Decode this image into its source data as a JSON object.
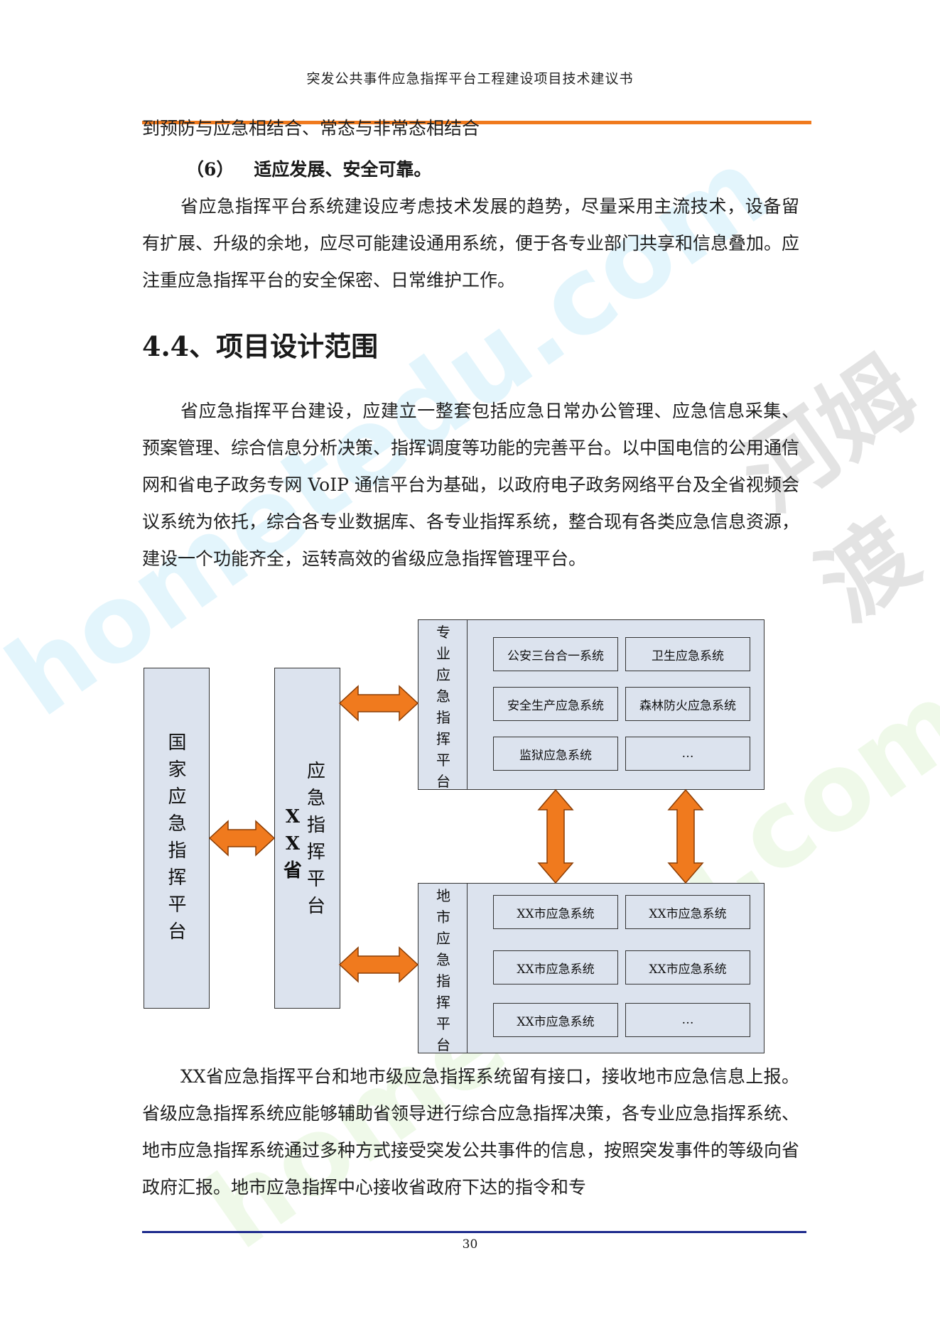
{
  "header": {
    "title": "突发公共事件应急指挥平台工程建设项目技术建议书"
  },
  "body": {
    "para0": "到预防与应急相结合、常态与非常态相结合",
    "subhead": {
      "num": "（6）",
      "text": "适应发展、安全可靠。"
    },
    "para1": "省应急指挥平台系统建设应考虑技术发展的趋势，尽量采用主流技术，设备留有扩展、升级的余地，应尽可能建设通用系统，便于各专业部门共享和信息叠加。应注重应急指挥平台的安全保密、日常维护工作。",
    "section_title": "4.4、项目设计范围",
    "para2": "省应急指挥平台建设，应建立一整套包括应急日常办公管理、应急信息采集、预案管理、综合信息分析决策、指挥调度等功能的完善平台。以中国电信的公用通信网和省电子政务专网 VoIP 通信平台为基础，以政府电子政务网络平台及全省视频会议系统为依托，综合各专业数据库、各专业指挥系统，整合现有各类应急信息资源，建设一个功能齐全，运转高效的省级应急指挥管理平台。",
    "para3": "XX省应急指挥平台和地市级应急指挥系统留有接口，接收地市应急信息上报。省级应急指挥系统应能够辅助省领导进行综合应急指挥决策，各专业应急指挥系统、地市应急指挥系统通过多种方式接受突发公共事件的信息，按照突发事件的等级向省政府汇报。地市应急指挥中心接收省政府下达的指令和专"
  },
  "diagram": {
    "national_platform": [
      "国",
      "家",
      "应",
      "急",
      "指",
      "挥",
      "平",
      "台"
    ],
    "province_prefix": [
      "X",
      "X",
      "省"
    ],
    "province_platform": [
      "应",
      "急",
      "指",
      "挥",
      "平",
      "台"
    ],
    "specialized_platform": {
      "label": [
        "专",
        "业",
        "应",
        "急",
        "指",
        "挥",
        "平",
        "台"
      ],
      "systems": [
        "公安三台合一系统",
        "卫生应急系统",
        "安全生产应急系统",
        "森林防火应急系统",
        "监狱应急系统",
        "…"
      ]
    },
    "city_platform": {
      "label": [
        "地",
        "市",
        "应",
        "急",
        "指",
        "挥",
        "平",
        "台"
      ],
      "systems": [
        "XX市应急系统",
        "XX市应急系统",
        "XX市应急系统",
        "XX市应急系统",
        "XX市应急系统",
        "…"
      ]
    },
    "colors": {
      "box_fill": "#dce3ee",
      "arrow": "#f07a1e",
      "arrow_stroke": "#8a3d05"
    }
  },
  "watermarks": [
    "hometedu.com",
    "hometedu.com",
    "河姆渡"
  ],
  "footer": {
    "page_number": "30"
  }
}
